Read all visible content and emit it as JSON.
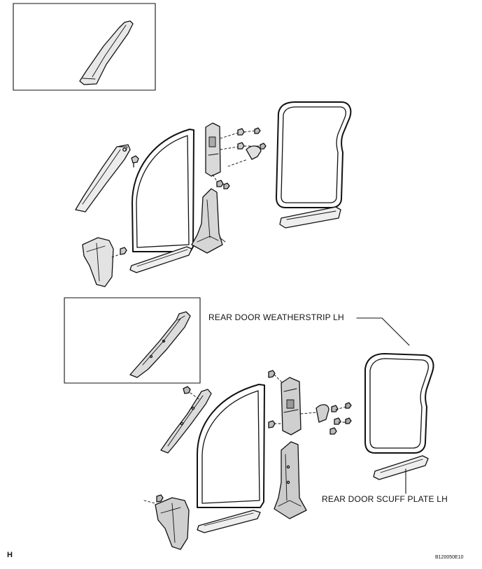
{
  "callouts": {
    "rear_door_weatherstrip": "REAR DOOR WEATHERSTRIP LH",
    "rear_door_scuff_plate": "REAR DOOR SCUFF PLATE LH"
  },
  "footer": {
    "section_code": "H",
    "figure_id": "B120050E10"
  }
}
